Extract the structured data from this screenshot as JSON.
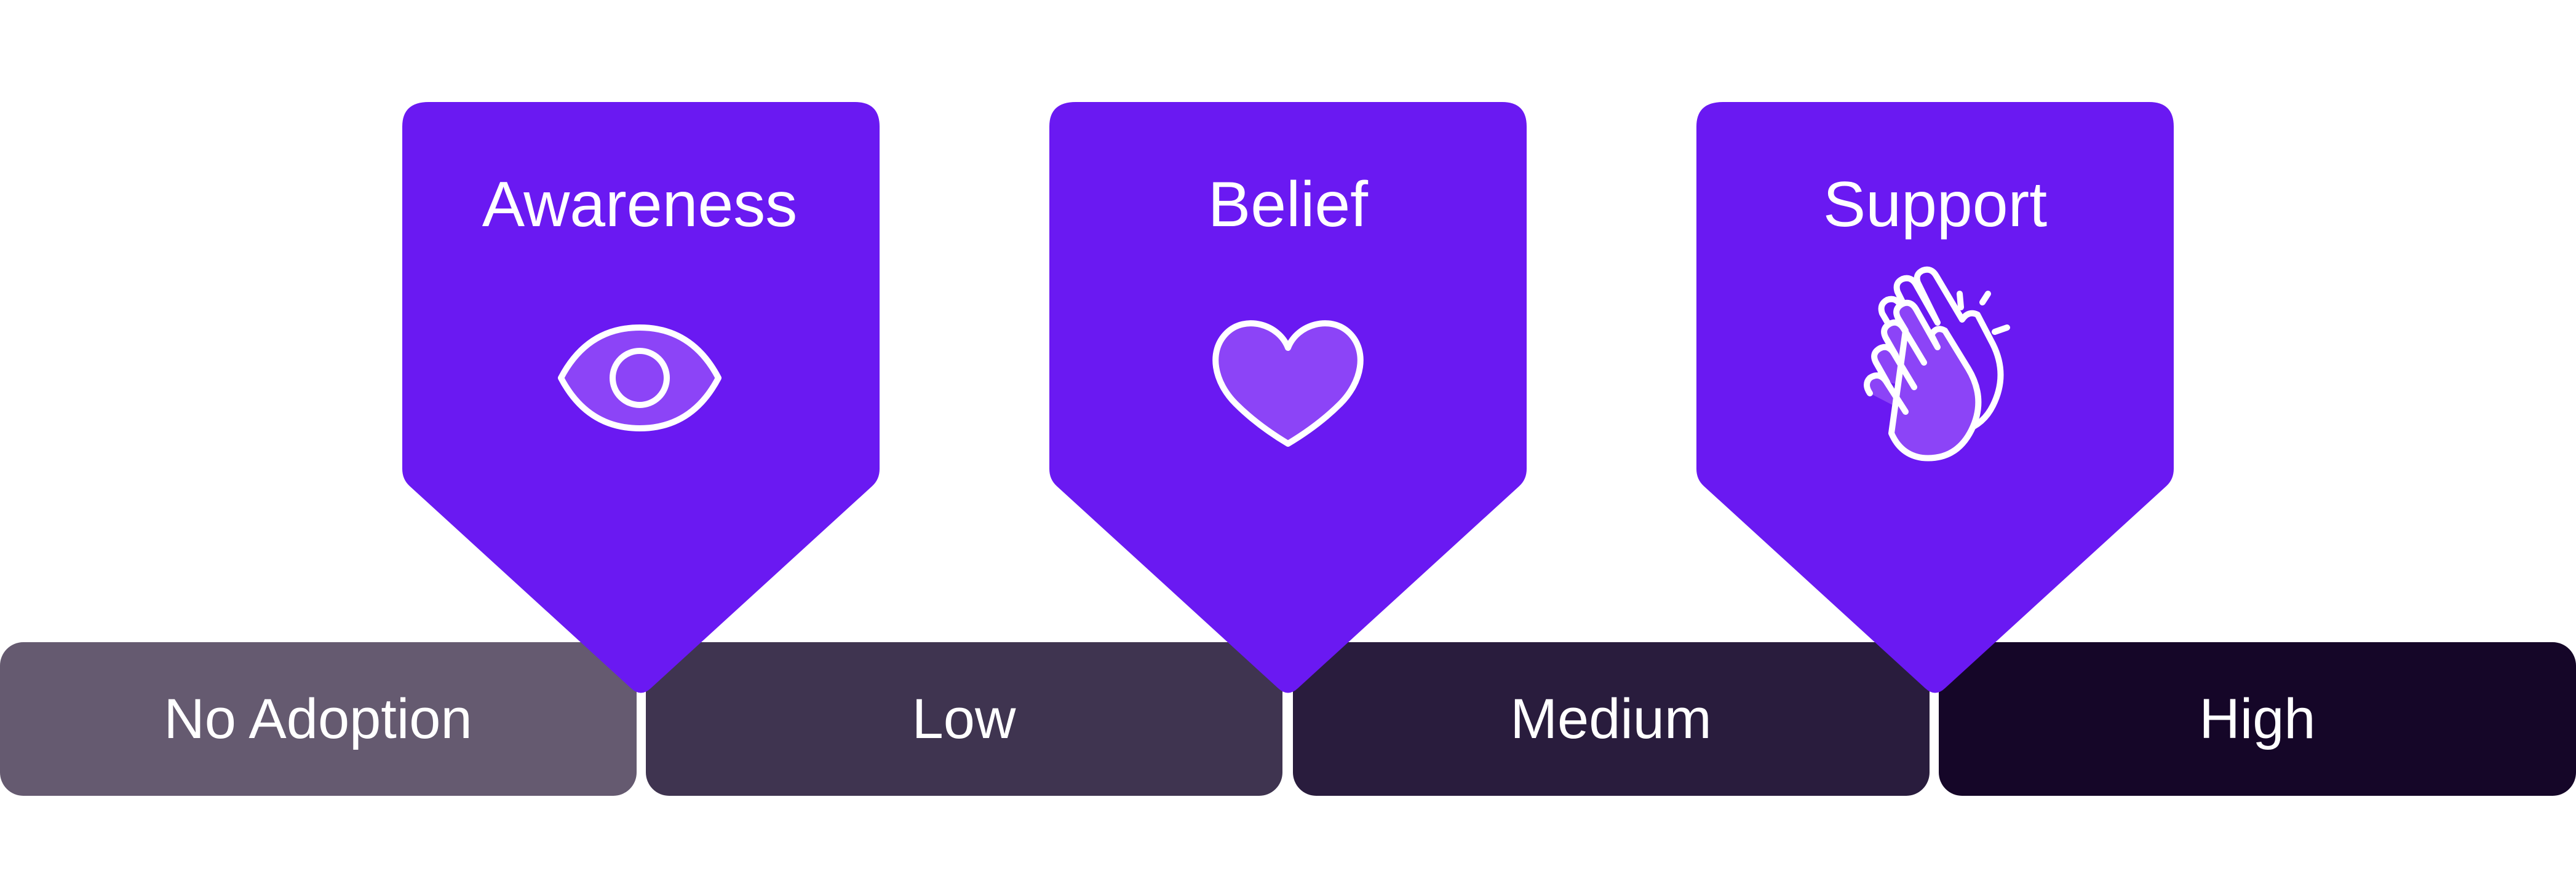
{
  "diagram": {
    "levels": [
      {
        "label": "No Adoption",
        "color": "#655a70"
      },
      {
        "label": "Low",
        "color": "#3f3450"
      },
      {
        "label": "Medium",
        "color": "#291c3d"
      },
      {
        "label": "High",
        "color": "#150628"
      }
    ],
    "stages": [
      {
        "label": "Awareness",
        "icon": "eye-icon"
      },
      {
        "label": "Belief",
        "icon": "heart-icon"
      },
      {
        "label": "Support",
        "icon": "clapping-hands-icon"
      }
    ],
    "colors": {
      "pin_fill": "#6a19f2",
      "icon_fill": "#8c44f7",
      "icon_stroke": "#ffffff",
      "text": "#ffffff"
    }
  }
}
